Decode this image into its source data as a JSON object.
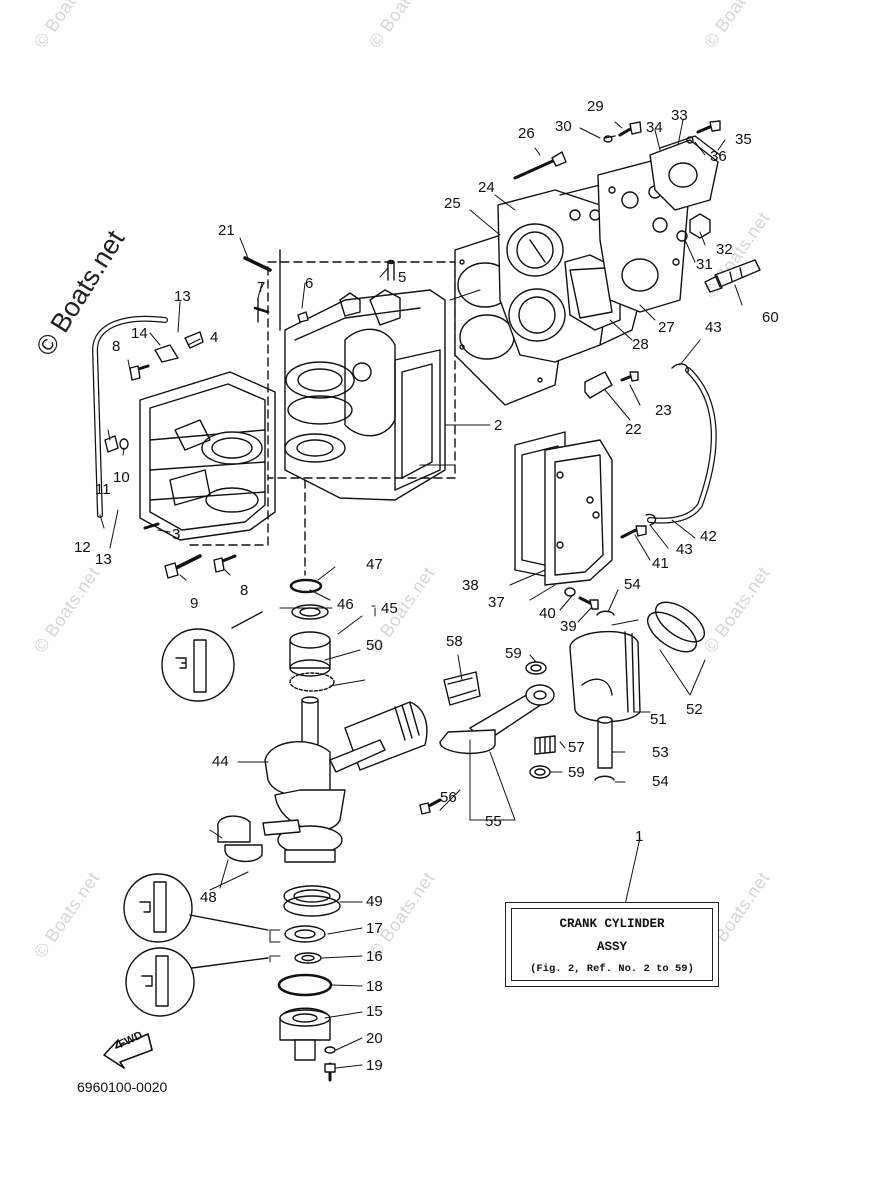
{
  "diagram": {
    "watermark_main": "© Boats.net",
    "watermark_small": "© Boats.net",
    "title_box": {
      "line1": "CRANK CYLINDER",
      "line2": "ASSY",
      "line3": "(Fig. 2, Ref. No. 2 to 59)"
    },
    "direction_label": "FWD",
    "document_id": "6960100-0020",
    "callouts": [
      "1",
      "2",
      "3",
      "4",
      "5",
      "6",
      "7",
      "8",
      "8",
      "9",
      "10",
      "11",
      "12",
      "13",
      "13",
      "14",
      "15",
      "16",
      "17",
      "18",
      "19",
      "20",
      "21",
      "22",
      "23",
      "24",
      "25",
      "26",
      "27",
      "28",
      "29",
      "30",
      "31",
      "32",
      "33",
      "34",
      "35",
      "36",
      "37",
      "38",
      "39",
      "40",
      "41",
      "42",
      "43",
      "43",
      "44",
      "45",
      "46",
      "47",
      "48",
      "49",
      "50",
      "51",
      "52",
      "53",
      "54",
      "54",
      "55",
      "56",
      "57",
      "58",
      "59",
      "59",
      "60"
    ]
  }
}
